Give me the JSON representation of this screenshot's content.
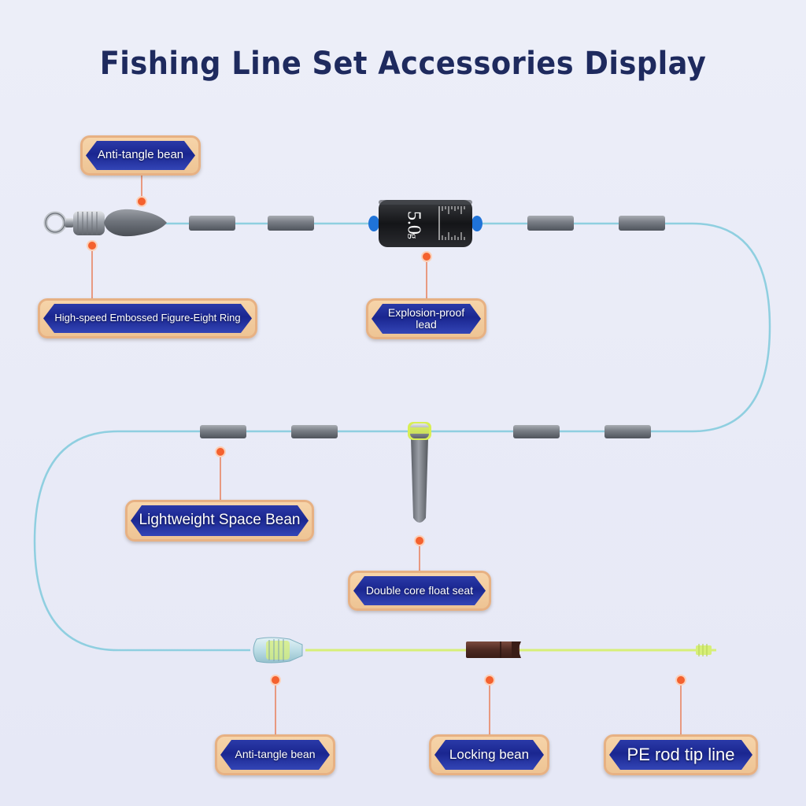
{
  "title": "Fishing Line Set Accessories Display",
  "colors": {
    "line_main": "#8fcfe0",
    "line_tip": "#d7ef78",
    "leader": "#e8774e",
    "dot": "#f4612e",
    "label_border": "#e7b183",
    "label_fill": "#1a2690",
    "title": "#1e2a5e"
  },
  "components": {
    "swivel": {
      "icon": "figure-eight-swivel-icon"
    },
    "lead": {
      "icon": "lead-weight-icon",
      "weight_number": "5.0",
      "weight_unit": "g"
    },
    "float_seat": {
      "icon": "float-seat-icon"
    },
    "anti_tangle_bean": {
      "icon": "anti-tangle-bean-icon"
    },
    "locking_bean": {
      "icon": "locking-bean-icon"
    },
    "tip_connector": {
      "icon": "pe-tip-connector-icon"
    }
  },
  "labels": {
    "anti_tangle_top": "Anti-tangle bean",
    "figure_eight_ring": "High-speed Embossed Figure-Eight Ring",
    "explosion_proof_lead": "Explosion-proof lead",
    "space_bean": "Lightweight Space Bean",
    "float_seat": "Double core float seat",
    "anti_tangle_bottom": "Anti-tangle bean",
    "locking_bean": "Locking bean",
    "pe_tip_line": "PE rod tip line"
  }
}
